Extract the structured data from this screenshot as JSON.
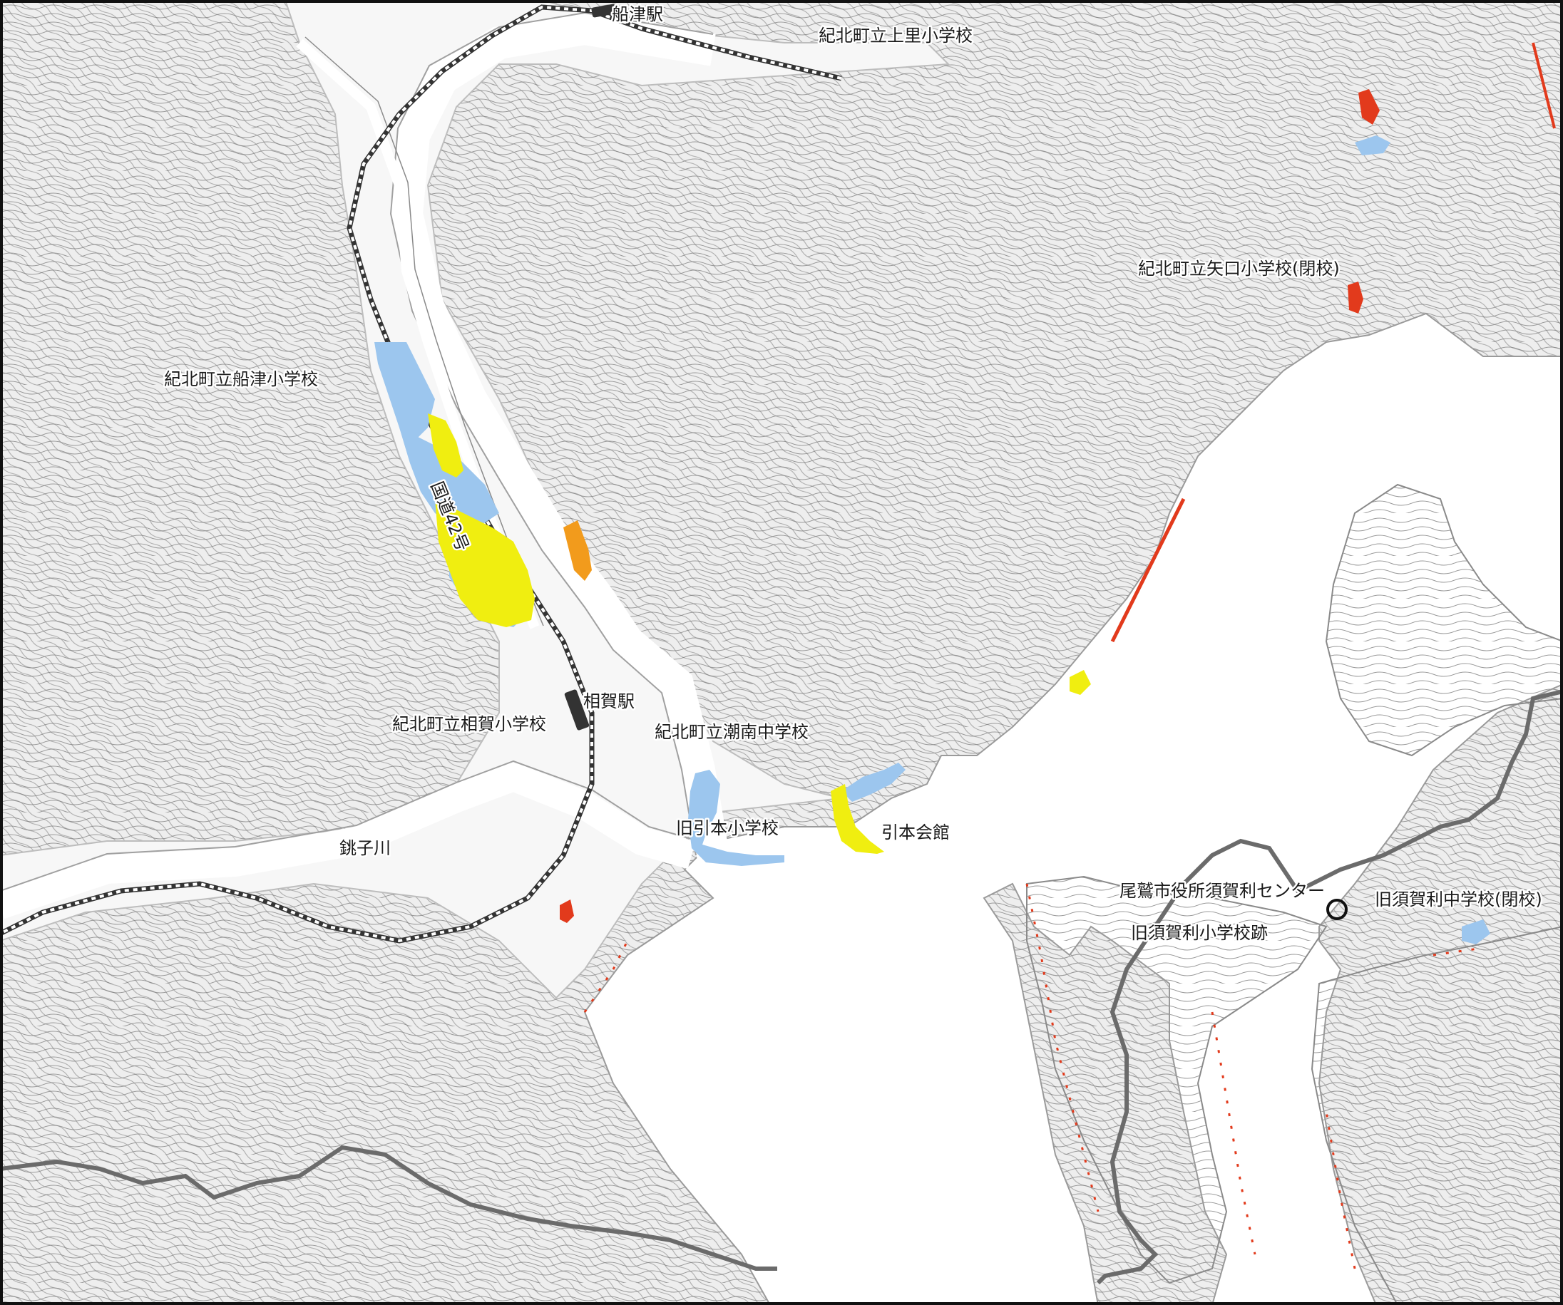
{
  "map": {
    "labels": {
      "funatsu_station": "船津駅",
      "kamisato_school": "紀北町立上里小学校",
      "yaguchi_school": "紀北町立矢口小学校(閉校)",
      "funatsu_school": "紀北町立船津小学校",
      "route42": "国道42号",
      "aika_station": "相賀駅",
      "aika_school": "紀北町立相賀小学校",
      "chonan_school": "紀北町立潮南中学校",
      "old_hikimoto_school": "旧引本小学校",
      "hikimoto_hall": "引本会館",
      "choshi_river": "銚子川",
      "owase_sugari_center": "尾鷲市役所須賀利センター",
      "old_sugari_junior": "旧須賀利中学校(閉校)",
      "old_sugari_elementary": "旧須賀利小学校跡"
    },
    "colors": {
      "terrain": "#eeeeee",
      "sea": "#ffffff",
      "contour": "#9a9a9a",
      "railway": "#333333",
      "boundary": "#6b6b6b",
      "flood_yellow": "#f0ee10",
      "flood_blue": "#9cc6ee",
      "flood_red": "#e23a1c",
      "flood_orange": "#f29b1c"
    },
    "symbols": {
      "station_marker": "station-icon",
      "facility_marker": "circle-icon"
    }
  }
}
